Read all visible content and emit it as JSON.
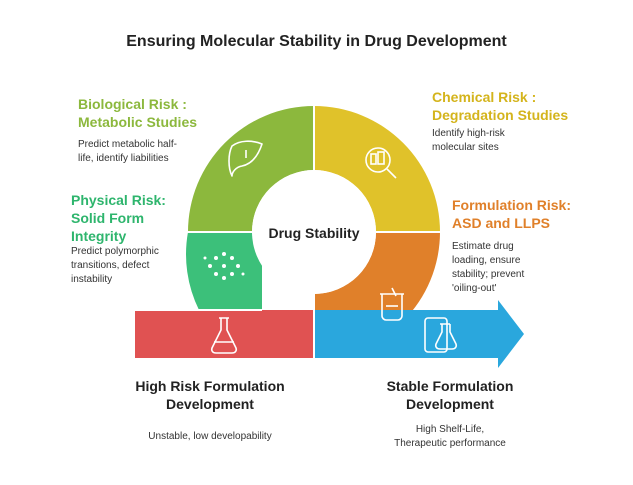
{
  "title": "Ensuring Molecular Stability in Drug Development",
  "center_label": "Drug Stability",
  "colors": {
    "biological": "#8cb83d",
    "chemical": "#e0c22a",
    "formulation": "#e0802a",
    "physical": "#3cc07a",
    "high_risk": "#e05252",
    "stable": "#2aa7dd"
  },
  "risks": {
    "biological": {
      "heading_line1": "Biological Risk :",
      "heading_line2": "Metabolic Studies",
      "desc_line1": "Predict metabolic half-",
      "desc_line2": "life, identify liabilities",
      "icon": "liver-icon"
    },
    "chemical": {
      "heading_line1": "Chemical Risk :",
      "heading_line2": "Degradation Studies",
      "desc_line1": "Identify high-risk",
      "desc_line2": "molecular sites",
      "icon": "magnifier-molecule-icon"
    },
    "physical": {
      "heading_line1": "Physical Risk:",
      "heading_line2": "Solid Form",
      "heading_line3": "Integrity",
      "desc_line1": "Predict polymorphic",
      "desc_line2": "transitions, defect",
      "desc_line3": "instability",
      "icon": "particles-icon"
    },
    "formulation": {
      "heading_line1": "Formulation Risk:",
      "heading_line2": "ASD and LLPS",
      "desc_line1": "Estimate drug",
      "desc_line2": "loading, ensure",
      "desc_line3": "stability; prevent",
      "desc_line4": "'oiling-out'",
      "icon": "beaker-icon"
    }
  },
  "outcomes": {
    "high_risk": {
      "heading_line1": "High Risk Formulation",
      "heading_line2": "Development",
      "desc_line1": "Unstable, low developability",
      "icon": "flask-icon"
    },
    "stable": {
      "heading_line1": "Stable Formulation",
      "heading_line2": "Development",
      "desc_line1": "High Shelf-Life,",
      "desc_line2": "Therapeutic performance",
      "icon": "tablet-flask-icon"
    }
  }
}
